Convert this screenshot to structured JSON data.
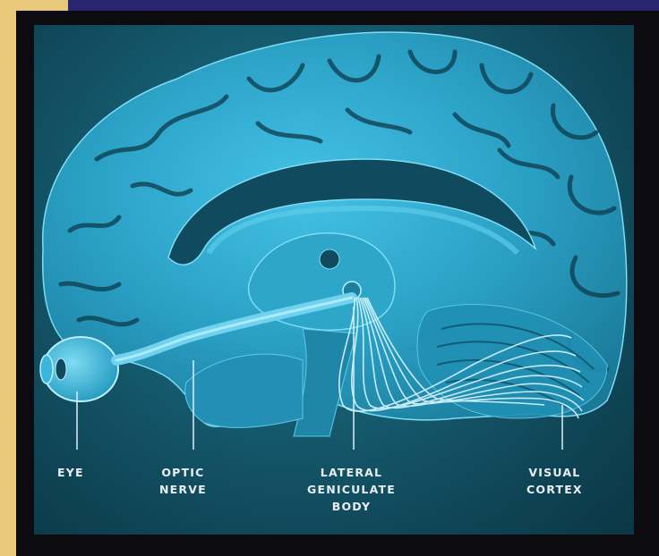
{
  "diagram": {
    "labels": {
      "eye": "EYE",
      "optic_nerve": "OPTIC\nNERVE",
      "lgn": "LATERAL\nGENICULATE\nBODY",
      "visual_cortex": "VISUAL\nCORTEX"
    },
    "colors": {
      "background": "#155a6e",
      "brain": "#2a9fc4",
      "brain_highlight": "#6fd2ee",
      "sulci": "#0d3b4c",
      "pathway": "#bdf0ff",
      "frame": "#0c0c10",
      "border_navy": "#2a2570",
      "border_tan": "#e8c97a"
    }
  }
}
